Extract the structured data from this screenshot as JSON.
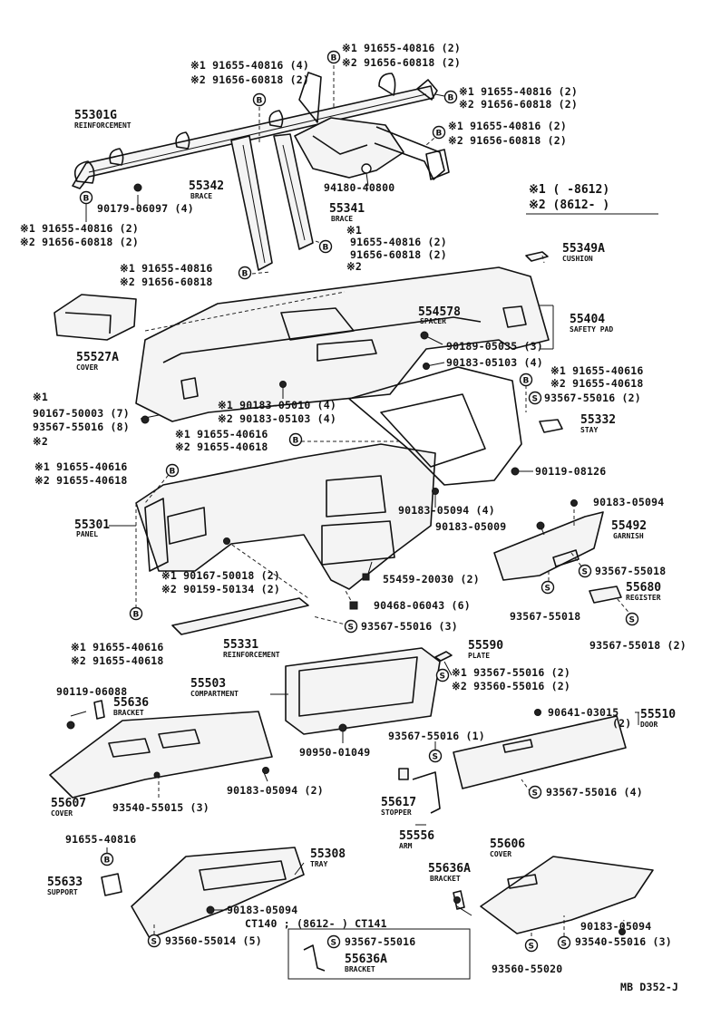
{
  "legend": {
    "line1": "※1 (      -8612)",
    "line2": "※2 (8612-      )"
  },
  "footer": {
    "code": "MB  D352-J"
  },
  "variant_box": {
    "title": "CT140 ; (8612-        ) CT141"
  },
  "labels": {
    "l1": "※1 91655-40816 (2)",
    "l2": "※2 91656-60818 (2)",
    "l3": "※1 91655-40816 (4)",
    "l4": "※2 91656-60818 (2)",
    "l5": "※1 91655-40816 (2)",
    "l6": "※2 91656-60818 (2)",
    "l7": "※1 91655-40816 (2)",
    "l8": "※2 91656-60818 (2)",
    "l9": "55301G",
    "l9s": "REINFORCEMENT",
    "l10": "94180-40800",
    "l11": "55342",
    "l11s": "BRACE",
    "l12": "90179-06097 (4)",
    "l13": "55341",
    "l13s": "BRACE",
    "l14": "※1 91655-40816 (2)",
    "l15": "※2 91656-60818 (2)",
    "l16a": "※1",
    "l16b": "91655-40816 (2)",
    "l16c": "91656-60818 (2)",
    "l16d": "※2",
    "l17": "55349A",
    "l17s": "CUSHION",
    "l18": "※1 91655-40816",
    "l19": "※2 91656-60818",
    "l20": "554578",
    "l20s": "SPACER",
    "l21": "55404",
    "l21s": "SAFETY PAD",
    "l22": "55527A",
    "l22s": "COVER",
    "l23": "90189-05035 (3)",
    "l24": "90183-05103 (4)",
    "l25": "※1 91655-40616",
    "l26": "※2 91655-40618",
    "l27": "※1",
    "l28": "90167-50003 (7)",
    "l29": "93567-55016 (8)",
    "l30": "※2",
    "l31": "※1 90183-05010 (4)",
    "l32": "※2 90183-05103 (4)",
    "l33": "93567-55016 (2)",
    "l34": "55332",
    "l34s": "STAY",
    "l35": "※1 91655-40616",
    "l36": "※2 91655-40618",
    "l37": "※1 91655-40616",
    "l38": "※2 91655-40618",
    "l39": "90119-08126",
    "l40": "90183-05094 (4)",
    "l41": "90183-05094",
    "l42": "55301",
    "l42s": "PANEL",
    "l43": "90183-05009",
    "l44": "55492",
    "l44s": "GARNISH",
    "l45": "※1 90167-50018 (2)",
    "l46": "※2 90159-50134 (2)",
    "l47": "55459-20030 (2)",
    "l48": "93567-55018",
    "l49": "55680",
    "l49s": "REGISTER",
    "l50": "90468-06043 (6)",
    "l51": "93567-55018",
    "l52": "93567-55016 (3)",
    "l53": "93567-55018 (2)",
    "l54": "※1 91655-40616",
    "l55": "※2 91655-40618",
    "l56": "55331",
    "l56s": "REINFORCEMENT",
    "l57": "55590",
    "l57s": "PLATE",
    "l58": "※1 93567-55016 (2)",
    "l59": "※2 93560-55016 (2)",
    "l60": "55503",
    "l60s": "COMPARTMENT",
    "l61": "90119-06088",
    "l62": "55636",
    "l62s": "BRACKET",
    "l63": "90641-03015",
    "l63b": "(2)",
    "l64": "55510",
    "l64s": "DOOR",
    "l65": "93567-55016 (1)",
    "l66": "90950-01049",
    "l67": "55607",
    "l67s": "COVER",
    "l68": "93540-55015 (3)",
    "l69": "90183-05094 (2)",
    "l70": "93567-55016 (4)",
    "l71": "55617",
    "l71s": "STOPPER",
    "l72": "55556",
    "l72s": "ARM",
    "l73": "91655-40816",
    "l74": "55308",
    "l74s": "TRAY",
    "l75": "55606",
    "l75s": "COVER",
    "l76": "55633",
    "l76s": "SUPPORT",
    "l77": "55636A",
    "l77s": "BRACKET",
    "l78": "90183-05094",
    "l79": "90183-05094",
    "l80": "93560-55014 (5)",
    "l81": "93567-55016",
    "l82": "55636A",
    "l82s": "BRACKET",
    "l83": "93540-55016 (3)",
    "l84": "93560-55020"
  },
  "symbols": {
    "bolt_b": "B",
    "screw_s": "S"
  }
}
